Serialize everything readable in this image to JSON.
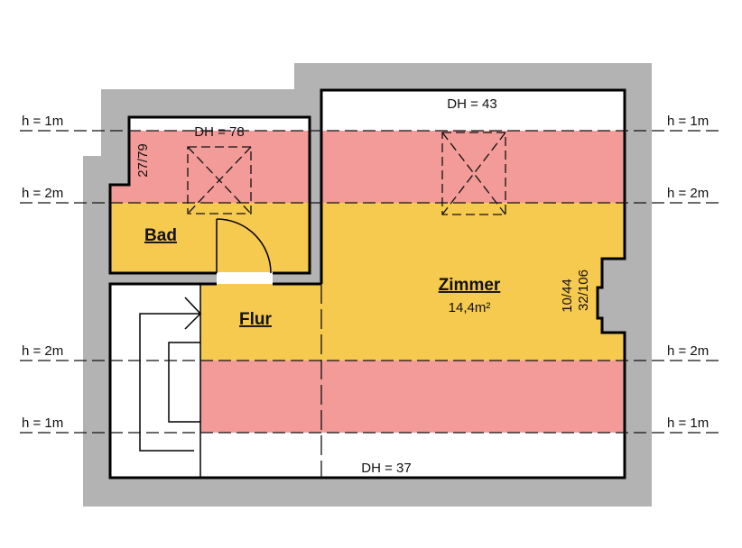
{
  "colors": {
    "wall": "#b3b3b3",
    "zone_low": "#f29b98",
    "zone_mid": "#f6c94f"
  },
  "height_lines": [
    {
      "left": "h = 1m",
      "right": "h = 1m"
    },
    {
      "left": "h = 2m",
      "right": "h = 2m"
    },
    {
      "left": "h = 2m",
      "right": "h = 2m"
    },
    {
      "left": "h = 1m",
      "right": "h = 1m"
    }
  ],
  "rooms": {
    "bad": {
      "name": "Bad",
      "dh": "DH = 78",
      "window": "27/79"
    },
    "flur": {
      "name": "Flur"
    },
    "zimmer": {
      "name": "Zimmer",
      "area": "14,4m²",
      "dh_top": "DH = 43",
      "dh_bottom": "DH = 37",
      "window_a": "10/44",
      "window_b": "32/106"
    }
  }
}
